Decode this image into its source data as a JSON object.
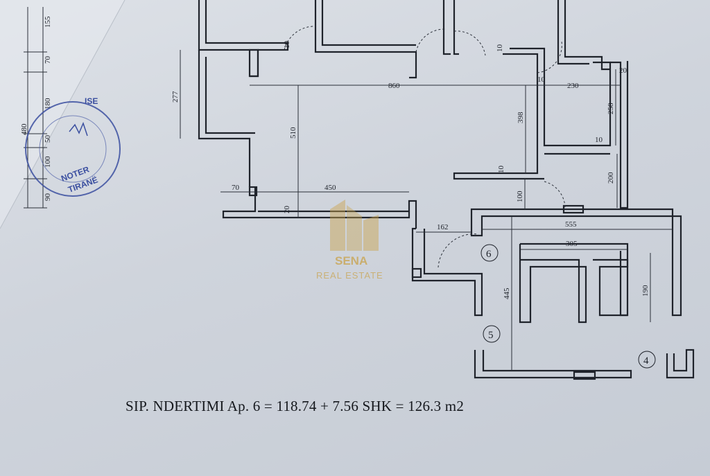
{
  "caption": "SIP. NDERTIMI Ap. 6 = 118.74 + 7.56 SHK = 126.3 m2",
  "watermark": {
    "line1": "SENA",
    "line2": "REAL ESTATE",
    "color": "#c9a24a"
  },
  "stamp": {
    "text1": "NOTER",
    "text2": "TIRANË",
    "text3": "ISE",
    "color": "#3b4fa0"
  },
  "room_numbers": [
    "6",
    "5",
    "4"
  ],
  "dimensions": {
    "left_overall": "480",
    "left_chain": [
      "155",
      "70",
      "180",
      "50",
      "100",
      "90"
    ],
    "room_depth_277": "277",
    "width_860": "860",
    "height_510": "510",
    "w_230": "230",
    "h_258": "258",
    "h_398": "398",
    "h_200": "200",
    "h_100": "100",
    "w_70": "70",
    "w_450": "450",
    "w_162": "162",
    "w_555": "555",
    "w_305": "305",
    "h_445": "445",
    "h_190": "190",
    "w_20a": "20",
    "w_20b": "20",
    "w_10a": "10",
    "w_10b": "10",
    "w_10c": "10",
    "w_10d": "10",
    "w_10e": "10"
  }
}
